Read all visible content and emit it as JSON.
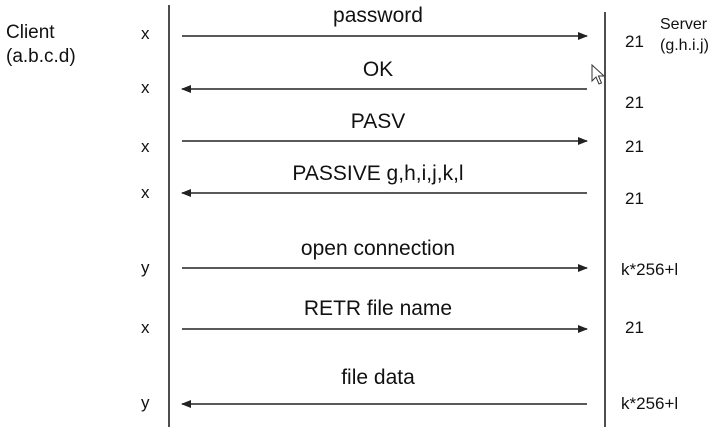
{
  "client": {
    "name": "Client",
    "address": "(a.b.c.d)"
  },
  "server": {
    "name": "Server",
    "address": "(g.h.i.j)"
  },
  "messages": [
    {
      "label": "password",
      "direction": "to-server",
      "client_port": "x",
      "server_port": "21"
    },
    {
      "label": "OK",
      "direction": "to-client",
      "client_port": "x",
      "server_port": "21"
    },
    {
      "label": "PASV",
      "direction": "to-server",
      "client_port": "x",
      "server_port": "21"
    },
    {
      "label": "PASSIVE g,h,i,j,k,l",
      "direction": "to-client",
      "client_port": "x",
      "server_port": "21"
    },
    {
      "label": "open connection",
      "direction": "to-server",
      "client_port": "y",
      "server_port": "k*256+l"
    },
    {
      "label": "RETR file name",
      "direction": "to-server",
      "client_port": "x",
      "server_port": "21"
    },
    {
      "label": "file data",
      "direction": "to-client",
      "client_port": "y",
      "server_port": "k*256+l"
    }
  ],
  "colors": {
    "line": "#222222",
    "text": "#111111"
  }
}
